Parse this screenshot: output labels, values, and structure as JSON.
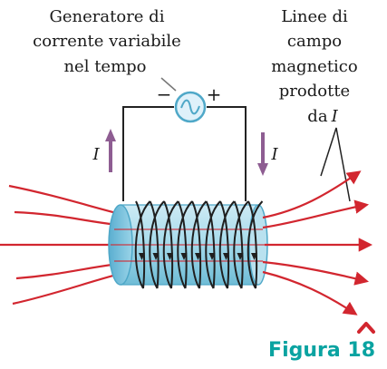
{
  "labels": {
    "generator_line1": "Generatore di",
    "generator_line2": "corrente variabile",
    "generator_line3": "nel tempo",
    "field_line1": "Linee di",
    "field_line2": "campo",
    "field_line3": "magnetico",
    "field_line4": "prodotte",
    "field_line5_prefix": "da",
    "field_line5_var": "I",
    "current_left": "I",
    "current_right": "I",
    "minus_sign": "−",
    "plus_sign": "+"
  },
  "caption": {
    "text": "Figura 18"
  },
  "colors": {
    "field_line": "#d2262f",
    "current_arrow": "#8e5d92",
    "coil_body": "#9ed7e9",
    "coil_edge": "#4fa8c8",
    "wire": "#222222",
    "caption": "#0aa3a1",
    "chevron": "#d2262f"
  },
  "icons": {
    "generator": "ac-source-icon",
    "chevron": "chevron-up-icon"
  }
}
